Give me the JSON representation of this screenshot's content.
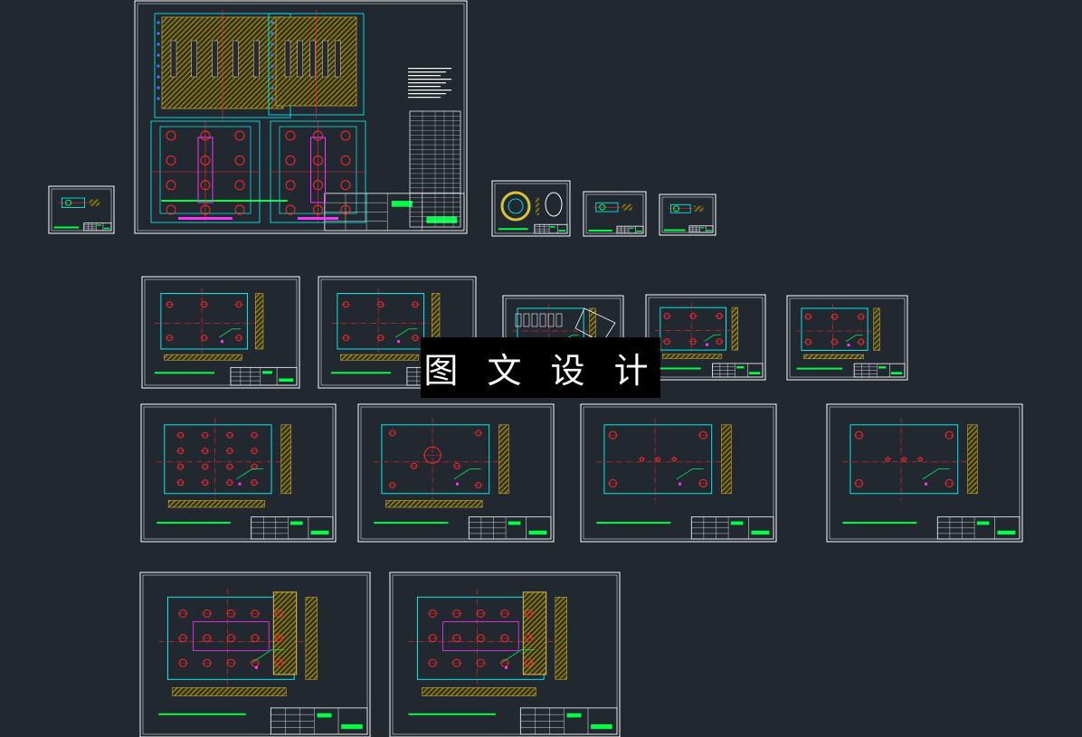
{
  "colors": {
    "background": "#212830",
    "sheet_border": "#ffffff",
    "frame": "#00ffff",
    "hatch": "#d6c23a",
    "centerline": "#ff2a2a",
    "dimension": "#00ff66",
    "accent_magenta": "#ff33ff",
    "accent_blue": "#3d7bff",
    "title_text": "#00ff44"
  },
  "watermark": {
    "text": "图 文 设 计"
  },
  "sheets": [
    {
      "id": "assembly-drawing",
      "kind": "assembly"
    },
    {
      "id": "part-small-left",
      "kind": "small-part"
    },
    {
      "id": "part-ring",
      "kind": "ring-part"
    },
    {
      "id": "part-small-2",
      "kind": "small-part"
    },
    {
      "id": "part-small-3",
      "kind": "small-part"
    },
    {
      "id": "plate-r2-1",
      "kind": "plate"
    },
    {
      "id": "plate-r2-2",
      "kind": "plate"
    },
    {
      "id": "part-r2-3",
      "kind": "insert"
    },
    {
      "id": "plate-r2-4",
      "kind": "plate"
    },
    {
      "id": "plate-r2-5",
      "kind": "plate"
    },
    {
      "id": "plate-r3-1",
      "kind": "plate-holes"
    },
    {
      "id": "plate-r3-2",
      "kind": "plate-center"
    },
    {
      "id": "plate-r3-3",
      "kind": "plate-simple"
    },
    {
      "id": "plate-r3-4",
      "kind": "plate-simple"
    },
    {
      "id": "plate-r4-1",
      "kind": "cavity-plate"
    },
    {
      "id": "plate-r4-2",
      "kind": "cavity-plate"
    }
  ]
}
